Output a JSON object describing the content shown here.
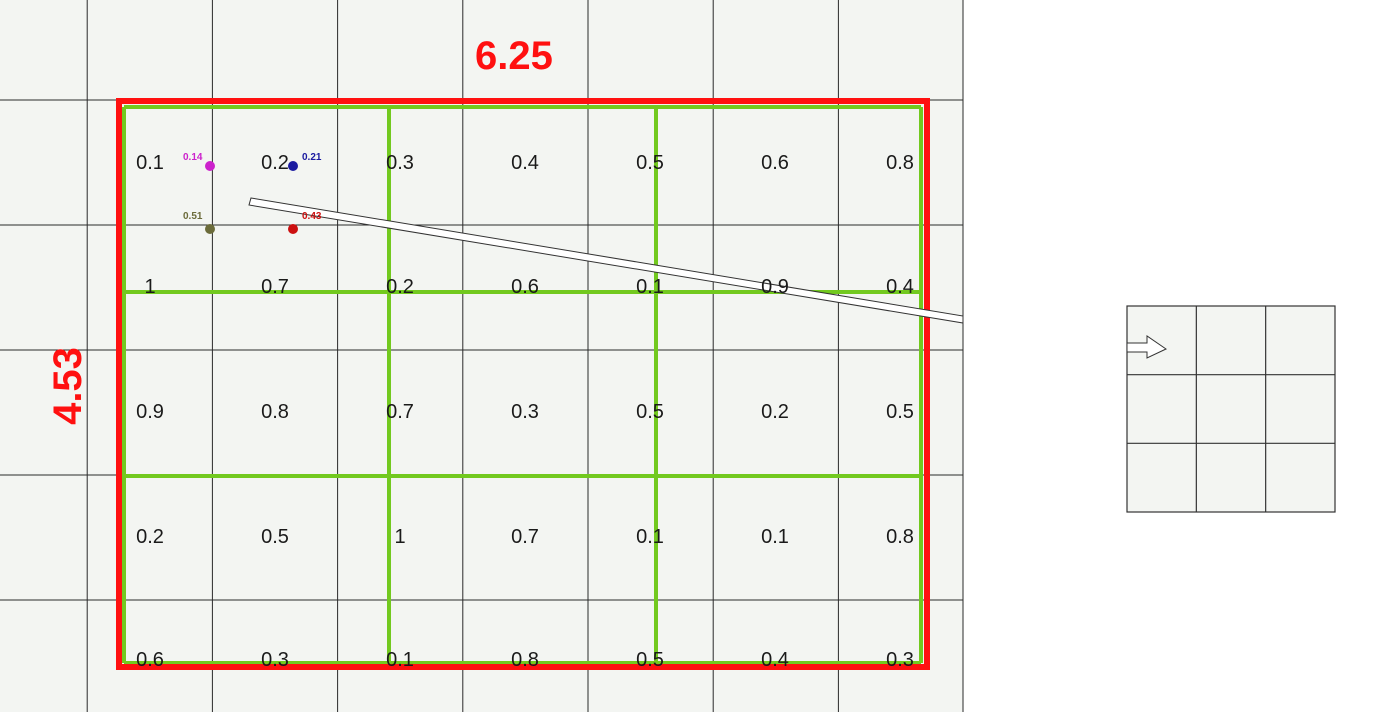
{
  "canvas": {
    "background_color": "#f3f5f2",
    "grid_line_color": "#2a2a2a",
    "grid_cols": 8,
    "grid_rows": 6
  },
  "selection": {
    "frame_color": "#ff1010",
    "subgrid_color": "#72c91f",
    "width_label": "6.25",
    "height_label": "4.53"
  },
  "cells": [
    [
      "0.1",
      "0.2",
      "0.3",
      "0.4",
      "0.5",
      "0.6",
      "0.8"
    ],
    [
      "1",
      "0.7",
      "0.2",
      "0.6",
      "0.1",
      "0.9",
      "0.4"
    ],
    [
      "0.9",
      "0.8",
      "0.7",
      "0.3",
      "0.5",
      "0.2",
      "0.5"
    ],
    [
      "0.2",
      "0.5",
      "1",
      "0.7",
      "0.1",
      "0.1",
      "0.8"
    ],
    [
      "0.6",
      "0.3",
      "0.1",
      "0.8",
      "0.5",
      "0.4",
      "0.3"
    ]
  ],
  "sample_points": [
    {
      "label": "0.14",
      "color": "#cc22cc"
    },
    {
      "label": "0.21",
      "color": "#1a1aa0"
    },
    {
      "label": "0.51",
      "color": "#6b6b3a"
    },
    {
      "label": "0.43",
      "color": "#cc1010"
    }
  ],
  "output": {
    "grid_cols": 3,
    "grid_rows": 3,
    "arrow_icon": "arrow-right-icon"
  }
}
